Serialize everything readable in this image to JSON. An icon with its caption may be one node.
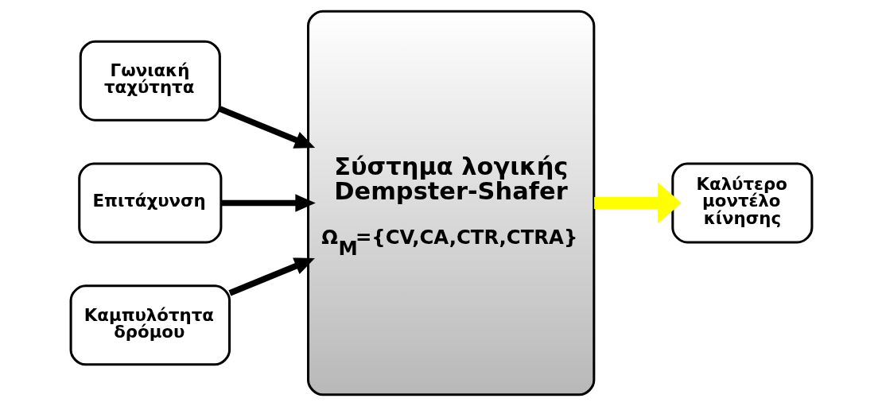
{
  "diagram": {
    "nodes": [
      {
        "text": [
          "Γωνιακή ταχύτητα"
        ]
      },
      {
        "text": [
          "Επιτάχυνση"
        ]
      },
      {
        "text": [
          "Καμπυλότητα δρόμου"
        ]
      },
      {
        "text": [
          "Σύστημα λογικής Dempster-Shafer",
          "Ω$_{M}$={CV,CA,CTR,CTRA}"
        ]
      },
      {
        "text": [
          "Καλύτερο μοντέλο κίνησης"
        ]
      }
    ],
    "edges": [
      {
        "from": 0,
        "to": 3,
        "arrow": "to"
      },
      {
        "from": 1,
        "to": 3,
        "arrow": "to"
      },
      {
        "from": 2,
        "to": 3,
        "arrow": "to"
      },
      {
        "from": 3,
        "to": 4,
        "arrow": "to",
        "style": "thick",
        "color": "#ffff00"
      }
    ]
  }
}
